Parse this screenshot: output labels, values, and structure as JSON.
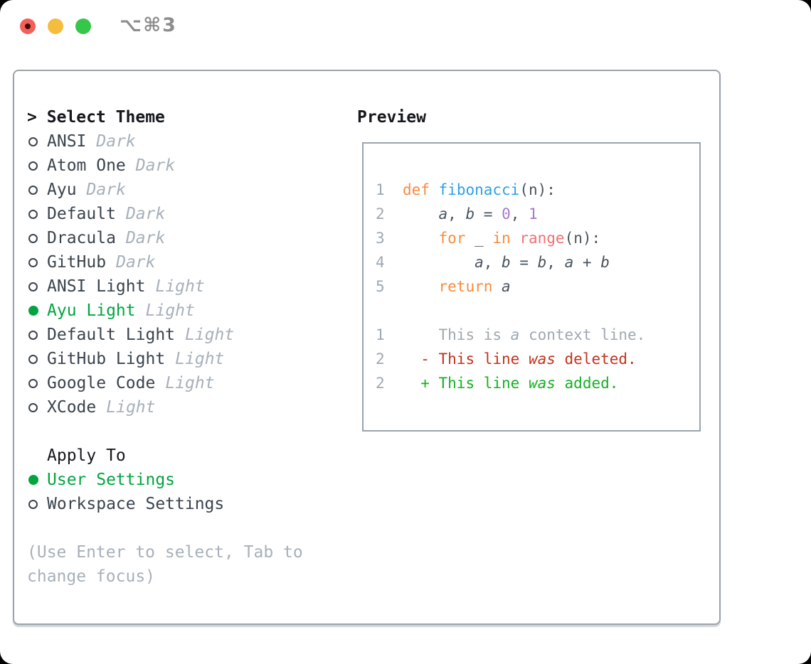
{
  "titlebar": {
    "title": "⌥⌘3"
  },
  "colors": {
    "light_red": "#f2605a",
    "light_yellow": "#f5bd3e",
    "light_green": "#34c749",
    "title_gray": "#8d8d8d",
    "border": "#9aa3ad",
    "text": "#3a434d",
    "muted": "#a7b0ba",
    "green": "#00a53f",
    "addgreen": "#12b322",
    "red": "#c2331d",
    "kw": "#f98b3d",
    "fn": "#2ba1e8",
    "numc": "#a37acc",
    "call": "#f07171",
    "codefg": "#4a545e",
    "ln": "#9fa8b2"
  },
  "theme_list": {
    "cursor": ">",
    "header": "Select Theme",
    "items": [
      {
        "name": "ANSI",
        "category": "Dark",
        "selected": false
      },
      {
        "name": "Atom One",
        "category": "Dark",
        "selected": false
      },
      {
        "name": "Ayu",
        "category": "Dark",
        "selected": false
      },
      {
        "name": "Default",
        "category": "Dark",
        "selected": false
      },
      {
        "name": "Dracula",
        "category": "Dark",
        "selected": false
      },
      {
        "name": "GitHub",
        "category": "Dark",
        "selected": false
      },
      {
        "name": "ANSI Light",
        "category": "Light",
        "selected": false
      },
      {
        "name": "Ayu Light",
        "category": "Light",
        "selected": true
      },
      {
        "name": "Default Light",
        "category": "Light",
        "selected": false
      },
      {
        "name": "GitHub Light",
        "category": "Light",
        "selected": false
      },
      {
        "name": "Google Code",
        "category": "Light",
        "selected": false
      },
      {
        "name": "XCode",
        "category": "Light",
        "selected": false
      }
    ]
  },
  "apply_to": {
    "header": "Apply To",
    "options": [
      {
        "label": "User Settings",
        "selected": true
      },
      {
        "label": "Workspace Settings",
        "selected": false
      }
    ]
  },
  "help_text": "(Use Enter to select, Tab to\nchange focus)",
  "preview": {
    "header": "Preview",
    "code_lines": [
      {
        "num": "1  ",
        "tokens": [
          [
            "def",
            "kw"
          ],
          [
            " ",
            "fg"
          ],
          [
            "fibonacci",
            "fn"
          ],
          [
            "(n):",
            "fg"
          ]
        ]
      },
      {
        "num": "2  ",
        "tokens": [
          [
            "    ",
            "fg"
          ],
          [
            "a",
            "var"
          ],
          [
            ", ",
            "fg"
          ],
          [
            "b",
            "var"
          ],
          [
            " = ",
            "fg"
          ],
          [
            "0",
            "num"
          ],
          [
            ", ",
            "fg"
          ],
          [
            "1",
            "num"
          ]
        ]
      },
      {
        "num": "3  ",
        "tokens": [
          [
            "    ",
            "fg"
          ],
          [
            "for",
            "kw"
          ],
          [
            " _ ",
            "fg"
          ],
          [
            "in",
            "kw"
          ],
          [
            " ",
            "fg"
          ],
          [
            "range",
            "call"
          ],
          [
            "(n):",
            "fg"
          ]
        ]
      },
      {
        "num": "4  ",
        "tokens": [
          [
            "        ",
            "fg"
          ],
          [
            "a",
            "var"
          ],
          [
            ", ",
            "fg"
          ],
          [
            "b",
            "var"
          ],
          [
            " = ",
            "fg"
          ],
          [
            "b",
            "var"
          ],
          [
            ", ",
            "fg"
          ],
          [
            "a",
            "var"
          ],
          [
            " + ",
            "fg"
          ],
          [
            "b",
            "var"
          ]
        ]
      },
      {
        "num": "5  ",
        "tokens": [
          [
            "    ",
            "fg"
          ],
          [
            "return",
            "kw"
          ],
          [
            " ",
            "fg"
          ],
          [
            "a",
            "var"
          ]
        ]
      },
      {
        "num": "",
        "tokens": []
      },
      {
        "num": "1  ",
        "tokens": [
          [
            "    This is ",
            "ctx"
          ],
          [
            "a",
            "ctxi"
          ],
          [
            " context line.",
            "ctx"
          ]
        ]
      },
      {
        "num": "2  ",
        "tokens": [
          [
            "  - This line ",
            "del"
          ],
          [
            "was",
            "deli"
          ],
          [
            " deleted.",
            "del"
          ]
        ]
      },
      {
        "num": "2  ",
        "tokens": [
          [
            "  + This line ",
            "add"
          ],
          [
            "was",
            "addi"
          ],
          [
            " added.",
            "add"
          ]
        ]
      }
    ]
  }
}
